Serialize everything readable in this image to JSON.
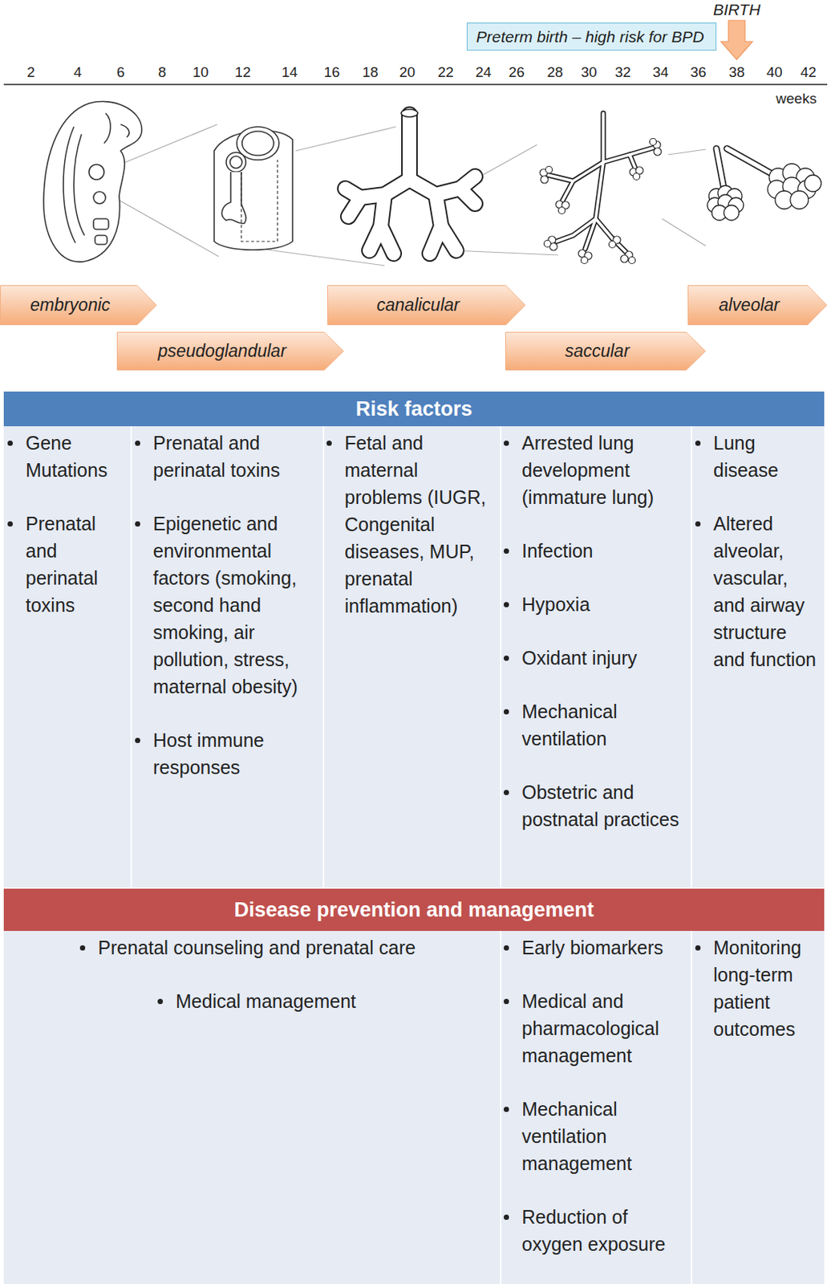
{
  "diagram": {
    "nodes": [
      {
        "text": [
          "Preterm birth – high risk for BPD"
        ]
      },
      {
        "text": [
          "embryonic"
        ]
      },
      {
        "text": [
          "pseudoglandular"
        ]
      },
      {
        "text": [
          "canalicular"
        ]
      },
      {
        "text": [
          "saccular"
        ]
      },
      {
        "text": [
          "alveolar"
        ]
      },
      {
        "text": [
          "Risk factors"
        ]
      },
      {
        "text": [
          "Gene Mutations",
          "Prenatal and perinatal toxins"
        ]
      },
      {
        "text": [
          "Prenatal and perinatal toxins",
          "Epigenetic and environmental factors (smoking, second hand smoking, air pollution, stress, maternal obesity)",
          "Host immune responses"
        ]
      },
      {
        "text": [
          "Fetal and maternal problems (IUGR, Congenital diseases, MUP, prenatal inflammation)"
        ]
      },
      {
        "text": [
          "Arrested lung development (immature lung)",
          "Infection",
          "Hypoxia",
          "Oxidant injury",
          "Mechanical ventilation",
          "Obstetric and postnatal practices"
        ]
      },
      {
        "text": [
          "Lung disease",
          "Altered alveolar, vascular, and airway structure and function"
        ]
      },
      {
        "text": [
          "Disease prevention and management"
        ]
      },
      {
        "text": [
          "Prenatal counseling and prenatal care",
          "Medical management"
        ]
      },
      {
        "text": [
          "Early biomarkers",
          "Medical and pharmacological management",
          "Mechanical ventilation management",
          "Reduction of oxygen exposure"
        ]
      },
      {
        "text": [
          "Monitoring long-term patient outcomes"
        ]
      }
    ],
    "labels": [
      "BIRTH",
      "2",
      "4",
      "6",
      "8",
      "10",
      "12",
      "14",
      "16",
      "18",
      "20",
      "22",
      "24",
      "26",
      "28",
      "30",
      "32",
      "34",
      "36",
      "38",
      "40",
      "42",
      "weeks"
    ]
  }
}
